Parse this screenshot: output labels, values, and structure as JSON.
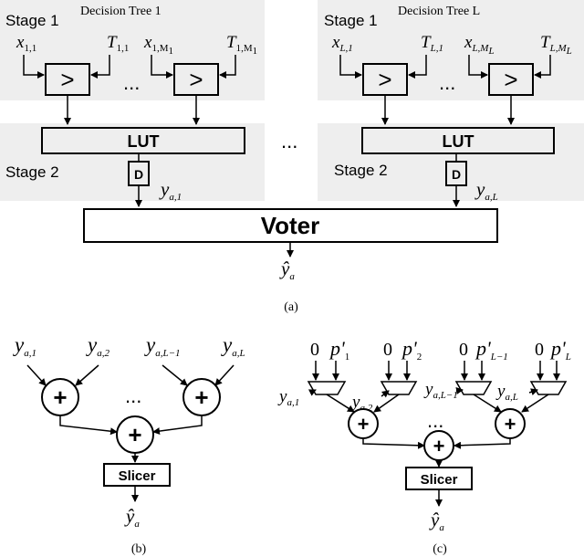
{
  "part_a": {
    "tree_1": {
      "stage1_label": "Stage 1",
      "title": "Decision Tree 1",
      "inputs": [
        {
          "base": "x",
          "sub": "1,1"
        },
        {
          "base": "T",
          "sub": "1,1"
        },
        {
          "base": "x",
          "sub": "1,M",
          "subsub": "1"
        },
        {
          "base": "T",
          "sub": "1,M",
          "subsub": "1"
        }
      ],
      "comparator_symbol": ">",
      "lut_label": "LUT",
      "stage2_label": "Stage 2",
      "delay_label": "D",
      "output": {
        "base": "y",
        "sub": "a,1"
      }
    },
    "tree_L": {
      "stage1_label": "Stage 1",
      "title": "Decision Tree L",
      "inputs": [
        {
          "base": "x",
          "sub": "L,1"
        },
        {
          "base": "T",
          "sub": "L,1"
        },
        {
          "base": "x",
          "sub": "L,M",
          "subsub": "L"
        },
        {
          "base": "T",
          "sub": "L,M",
          "subsub": "L"
        }
      ],
      "comparator_symbol": ">",
      "lut_label": "LUT",
      "stage2_label": "Stage 2",
      "delay_label": "D",
      "output": {
        "base": "y",
        "sub": "a,L"
      }
    },
    "ellipsis": "...",
    "voter_label": "Voter",
    "voter_output": {
      "base": "ŷ",
      "sub": "a"
    },
    "caption": "(a)"
  },
  "part_b": {
    "inputs": [
      {
        "base": "y",
        "sub": "a,1"
      },
      {
        "base": "y",
        "sub": "a,2"
      },
      {
        "base": "y",
        "sub": "a,L−1"
      },
      {
        "base": "y",
        "sub": "a,L"
      }
    ],
    "adder_symbol": "+",
    "ellipsis": "...",
    "slicer_label": "Slicer",
    "output": {
      "base": "ŷ",
      "sub": "a"
    },
    "caption": "(b)"
  },
  "part_c": {
    "mux_inputs": [
      {
        "zero": "0",
        "p_base": "p'",
        "p_sub": "1",
        "sel_base": "y",
        "sel_sub": "a,1"
      },
      {
        "zero": "0",
        "p_base": "p'",
        "p_sub": "2",
        "sel_base": "y",
        "sel_sub": "a,2"
      },
      {
        "zero": "0",
        "p_base": "p'",
        "p_sub": "L−1",
        "sel_base": "y",
        "sel_sub": "a,L−1"
      },
      {
        "zero": "0",
        "p_base": "p'",
        "p_sub": "L",
        "sel_base": "y",
        "sel_sub": "a,L"
      }
    ],
    "adder_symbol": "+",
    "ellipsis": "...",
    "slicer_label": "Slicer",
    "output": {
      "base": "ŷ",
      "sub": "a"
    },
    "caption": "(c)"
  }
}
